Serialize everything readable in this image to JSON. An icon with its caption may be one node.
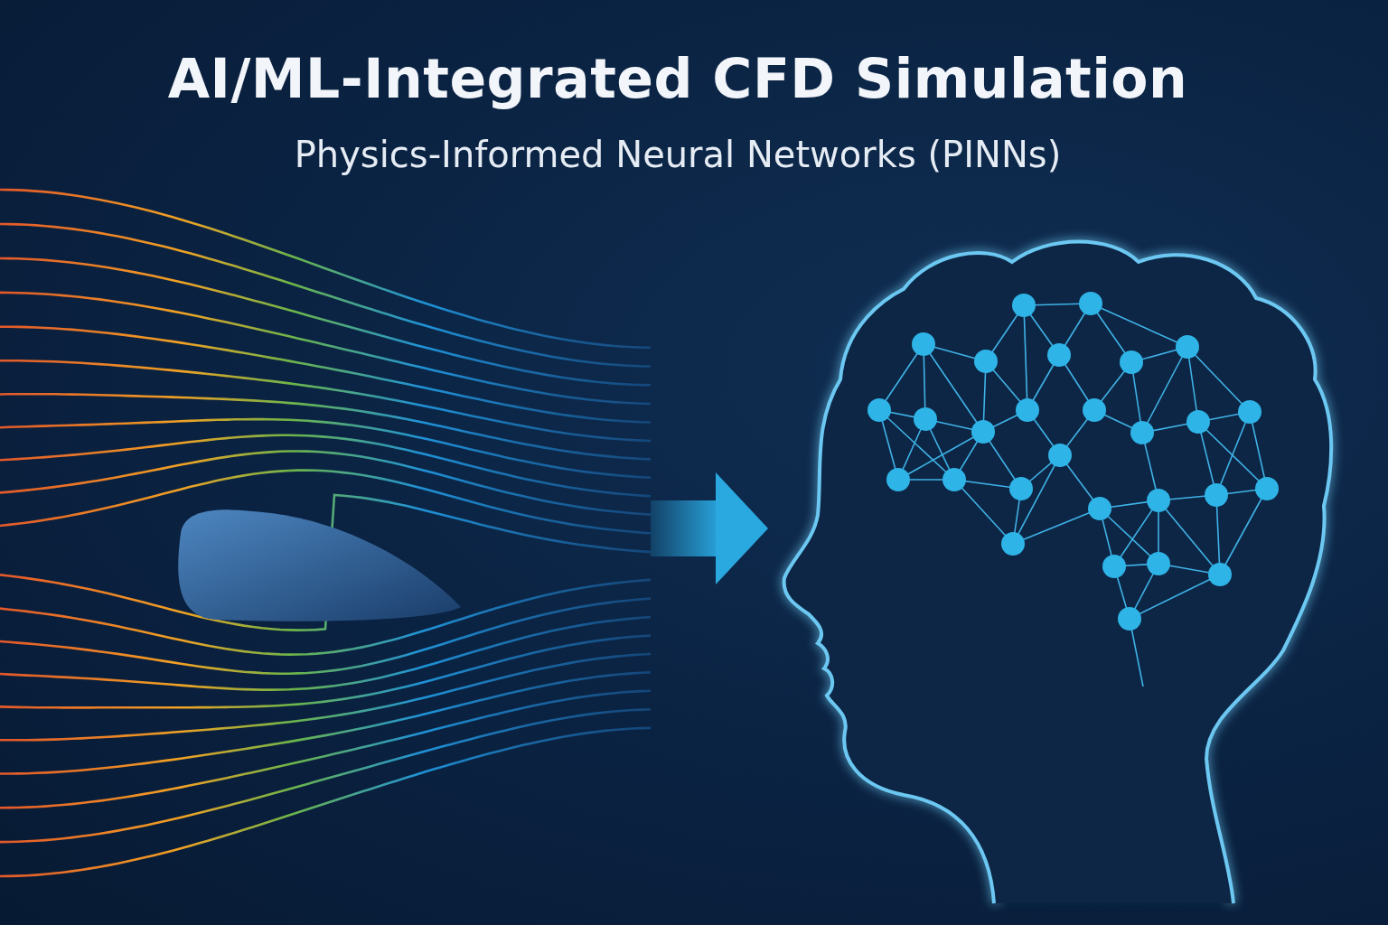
{
  "diagram": {
    "title": "AI/ML-Integrated CFD Simulation",
    "nodes": [
      {
        "text": [],
        "shape": "picture"
      },
      {
        "text": [],
        "shape": "picture"
      }
    ],
    "edges": [
      {
        "from": 0,
        "to": 1,
        "arrow": "to",
        "style": "thick"
      }
    ],
    "labels": [
      "Physics-Informed Neural Networks (PINNs)"
    ]
  }
}
